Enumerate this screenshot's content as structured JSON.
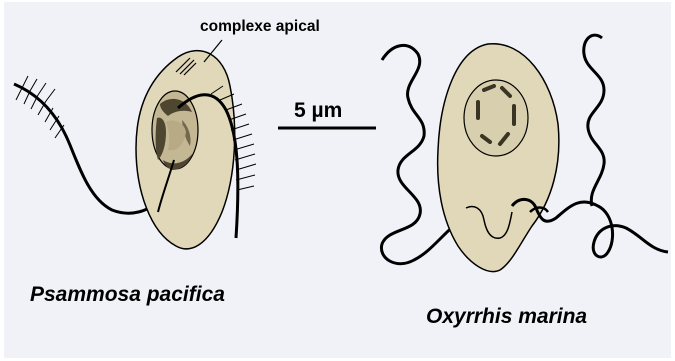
{
  "labels": {
    "apical_complex": "complexe apical",
    "scale_bar": "5 µm",
    "species_left": "Psammosa pacifica",
    "species_right": "Oxyrrhis marina"
  },
  "colors": {
    "background": "#f1f2f8",
    "cell_fill": "#e1d8b9",
    "nucleus_fill": "#c4b793",
    "chromatin": "#4f4632",
    "outline": "#000000"
  }
}
